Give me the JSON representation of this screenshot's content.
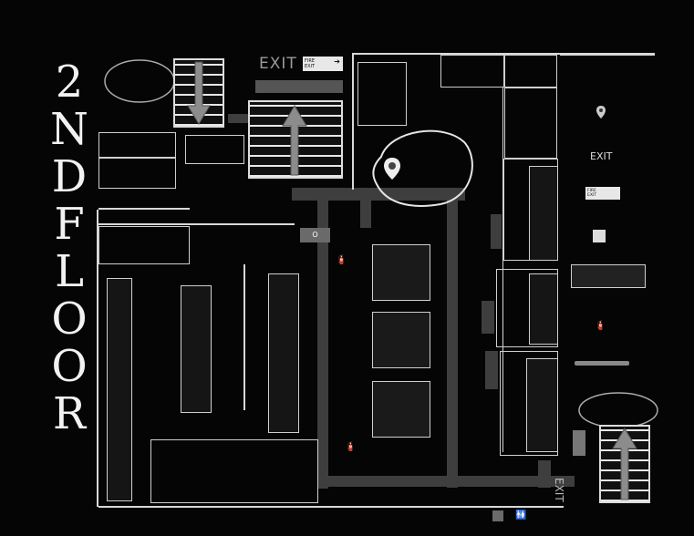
{
  "floor": {
    "title": "2ND FLOOR"
  },
  "signs": {
    "exit_top": "EXIT",
    "exit_bottom_rotated": "EXIT",
    "fire_exit_line1": "FIRE",
    "fire_exit_line2": "EXIT",
    "location_marker": "O"
  },
  "legend": {
    "exit_symbol": "EXIT",
    "fire_exit_line1": "FIRE",
    "fire_exit_line2": "EXIT"
  },
  "colors": {
    "background": "#050505",
    "outline": "#cfcfcf",
    "walkway": "#3e3e3e",
    "stair_arrow": "#8c8c8c"
  },
  "icons": {
    "you_are_here": "map-pin-icon",
    "fire_extinguisher": "fire-extinguisher-icon",
    "restroom": "restroom-icon",
    "stairs_up": "stairs-up-icon"
  }
}
